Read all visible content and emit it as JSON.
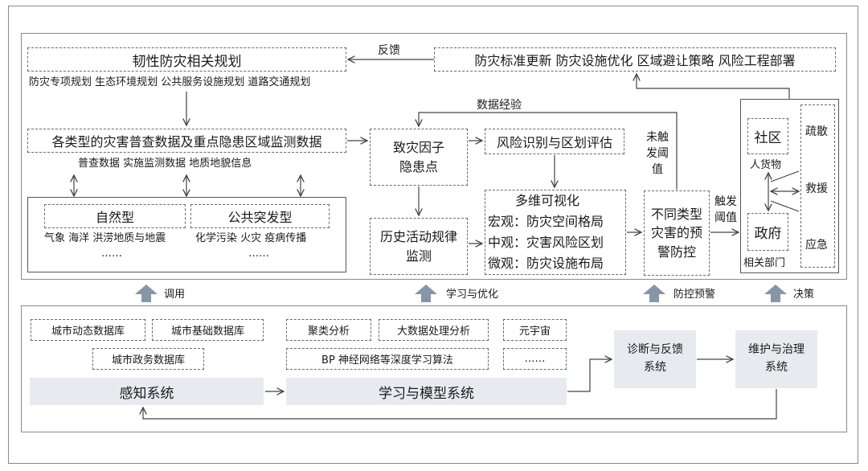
{
  "top": {
    "planning_title": "韧性防灾相关规划",
    "feedback": "反馈",
    "standards": "防灾标准更新 防灾设施优化 区域避让策略 风险工程部署",
    "planning_types": "防灾专项规划 生态环境规划 公共服务设施规划 道路交通规划",
    "survey_data": "各类型的灾害普查数据及重点隐患区域监测数据",
    "data_types": "普查数据 实施监测数据 地质地貌信息",
    "natural_title": "自然型",
    "natural_items": "气象 海洋 洪涝地质与地震",
    "natural_more": "……",
    "public_title": "公共突发型",
    "public_items": "化学污染 火灾 疫病传播",
    "public_more": "……",
    "data_experience": "数据经验",
    "hazard_factor": "致灾因子\n隐患点",
    "history_monitor": "历史活动规律\n监测",
    "risk_identify": "风险识别与区划评估",
    "multi_vis_title": "多维可视化",
    "multi_vis_macro": "宏观：防灾空间格局",
    "multi_vis_meso": "中观：灾害风险区划",
    "multi_vis_micro": "微观：防灾设施布局",
    "not_triggered": "未触\n发阈\n值",
    "warning": "不同类型\n灾害的预\n警防控",
    "triggered": "触发\n阈值",
    "community": "社区",
    "people_goods": "人货物",
    "government": "政府",
    "departments": "相关部门",
    "evacuate": "疏散",
    "rescue": "救援",
    "emergency": "应急"
  },
  "arrows": {
    "call": "调用",
    "learn_optimize": "学习与优化",
    "prevent_warn": "防控预警",
    "decision": "决策"
  },
  "bottom": {
    "db_dynamic": "城市动态数据库",
    "db_basic": "城市基础数据库",
    "db_gov": "城市政务数据库",
    "cluster": "聚类分析",
    "bigdata": "大数据处理分析",
    "metaverse": "元宇宙",
    "bp": "BP 神经网络等深度学习算法",
    "more": "……",
    "perception": "感知系统",
    "learning": "学习与模型系统",
    "diagnosis": "诊断与反馈\n系统",
    "maintenance": "维护与治理\n系统"
  },
  "colors": {
    "system_fill": "#e7eaee",
    "up_arrow": "#8696a9"
  }
}
